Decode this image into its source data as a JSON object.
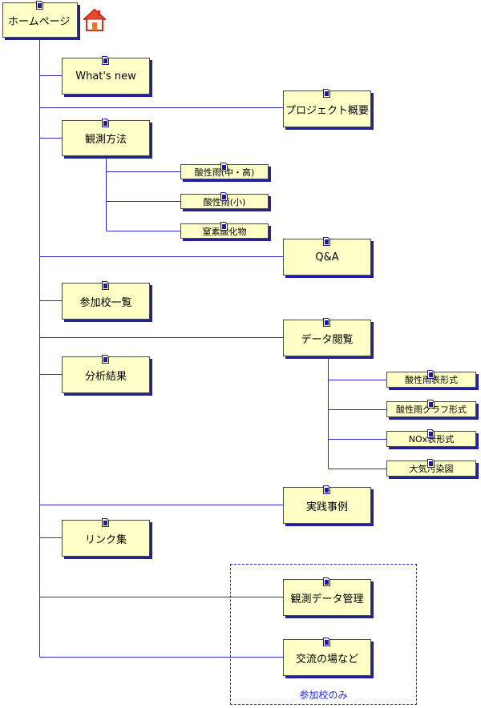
{
  "root": {
    "label": "ホームページ"
  },
  "level1": [
    {
      "label": "What's new"
    },
    {
      "label": "プロジェクト概要"
    },
    {
      "label": "観測方法"
    },
    {
      "label": "Q&A"
    },
    {
      "label": "参加校一覧"
    },
    {
      "label": "データ閲覧"
    },
    {
      "label": "分析結果"
    },
    {
      "label": "実践事例"
    },
    {
      "label": "リンク集"
    },
    {
      "label": "観測データ管理"
    },
    {
      "label": "交流の場など"
    }
  ],
  "methods": [
    {
      "label": "酸性雨(中・高)"
    },
    {
      "label": "酸性雨(小)"
    },
    {
      "label": "窒素酸化物"
    }
  ],
  "data_view": [
    {
      "label": "酸性雨表形式"
    },
    {
      "label": "酸性雨グラフ形式"
    },
    {
      "label": "NOx表形式"
    },
    {
      "label": "大気汚染図"
    }
  ],
  "group": {
    "label": "参加校のみ"
  },
  "icons": {
    "home": "home-icon",
    "page": "page-icon"
  },
  "colors": {
    "node_fill": "#ffffc8",
    "shadow": "#2020a0",
    "line": "#2a2ad8"
  }
}
